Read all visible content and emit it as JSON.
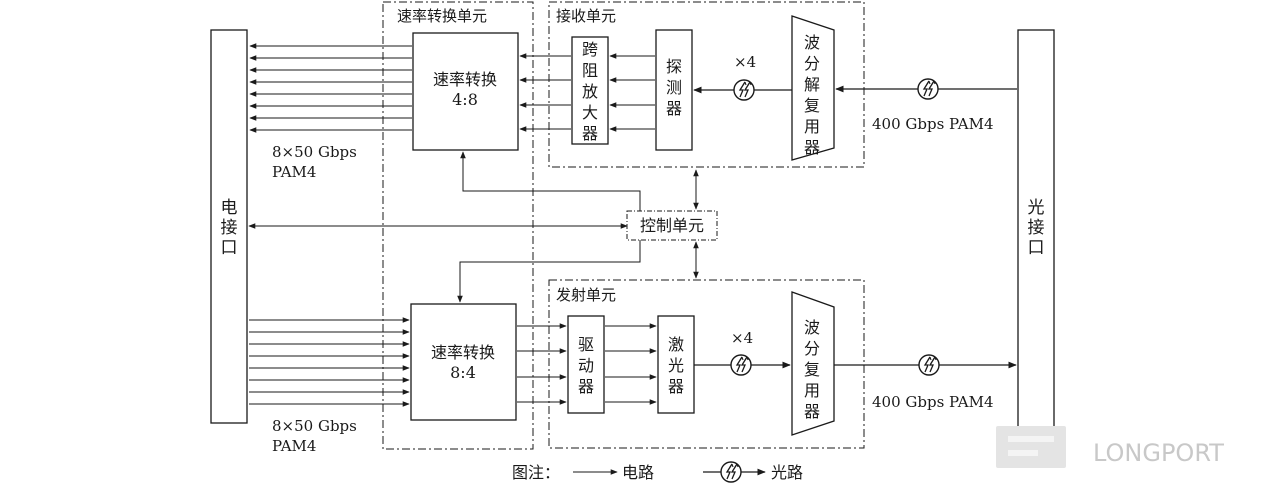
{
  "interfaces": {
    "electrical": "电接口",
    "optical": "光接口"
  },
  "units": {
    "rate_conversion_unit": "速率转换单元",
    "receive_unit": "接收单元",
    "transmit_unit": "发射单元",
    "control_unit": "控制单元"
  },
  "blocks": {
    "rate_convert_rx": [
      "速率转换",
      "4:8"
    ],
    "rate_convert_tx": [
      "速率转换",
      "8:4"
    ],
    "tia": "跨阻放大器",
    "detector": "探测器",
    "demux": "波分解复用器",
    "driver": "驱动器",
    "laser": "激光器",
    "mux": "波分复用器"
  },
  "signals": {
    "electrical_rate_top": [
      "8×50 Gbps",
      "PAM4"
    ],
    "electrical_rate_bottom": [
      "8×50 Gbps",
      "PAM4"
    ],
    "optical_rate_rx": "400 Gbps PAM4",
    "optical_rate_tx": "400 Gbps PAM4",
    "lane_count_rx": "×4",
    "lane_count_tx": "×4"
  },
  "legend": {
    "title": "图注：",
    "electrical_path": "电路",
    "optical_path": "光路"
  },
  "watermark": "LONGPORT"
}
